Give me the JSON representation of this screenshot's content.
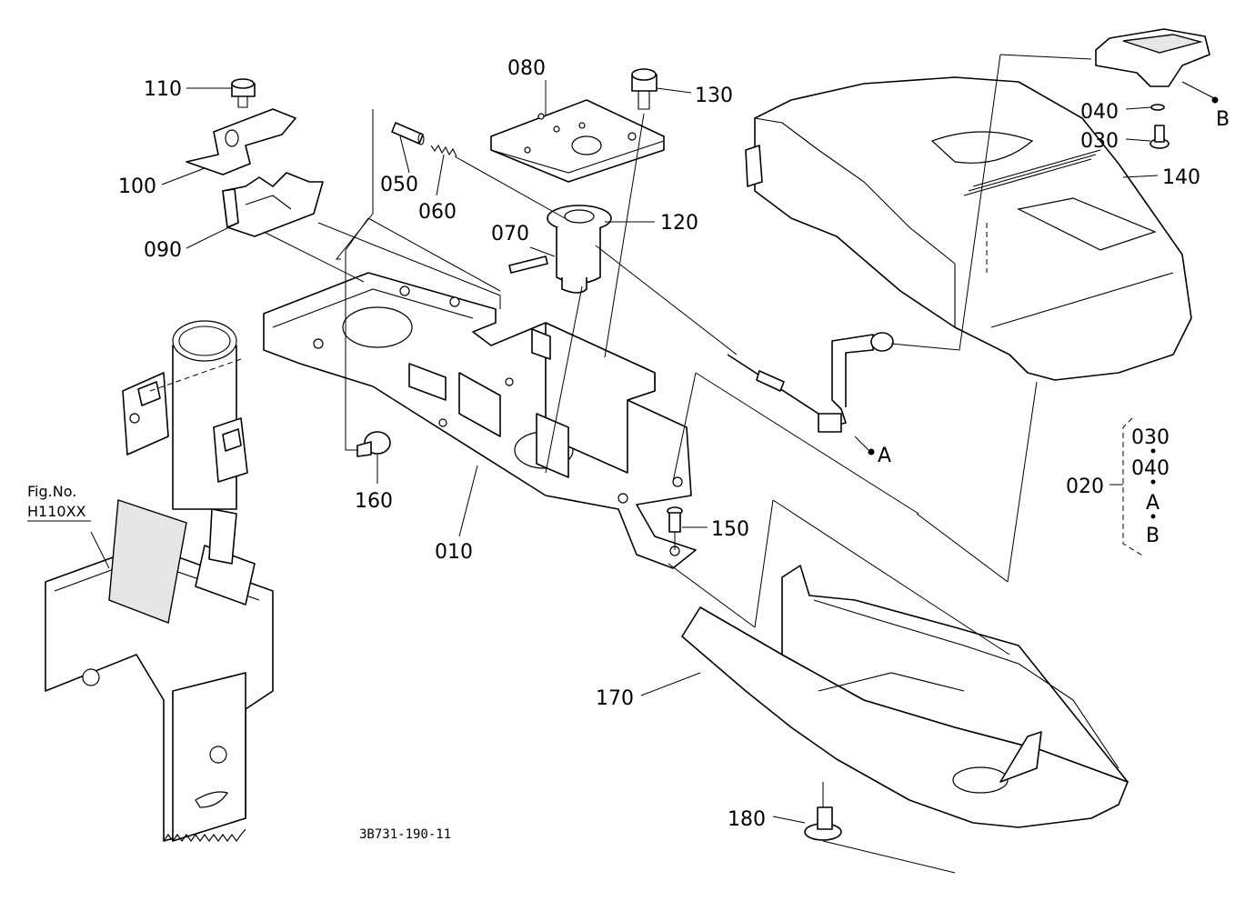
{
  "diagram": {
    "drawing_number": "3B731-190-11",
    "figure_reference": {
      "line1": "Fig.No.",
      "line2": "H110XX"
    },
    "part_labels": {
      "p010": "010",
      "p020": "020",
      "p030": "030",
      "p040": "040",
      "p050": "050",
      "p060": "060",
      "p070": "070",
      "p080": "080",
      "p090": "090",
      "p100": "100",
      "p110": "110",
      "p120": "120",
      "p130": "130",
      "p140": "140",
      "p150": "150",
      "p160": "160",
      "p170": "170",
      "p180": "180"
    },
    "connection_markers": {
      "a": "A",
      "b": "B"
    },
    "group_020": {
      "items": [
        "030",
        "040",
        "A",
        "B"
      ]
    }
  }
}
